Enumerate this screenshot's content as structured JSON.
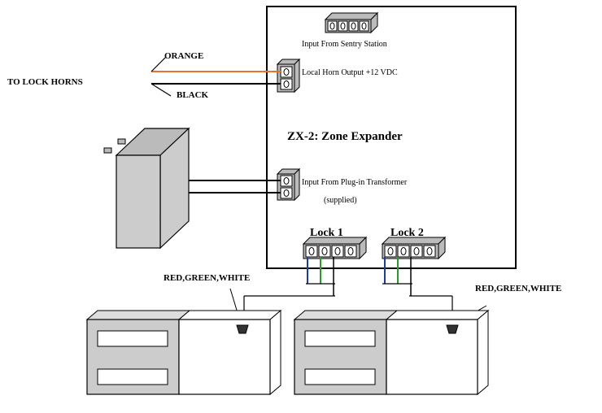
{
  "diagram": {
    "title": "ZX-2: Zone Expander",
    "labels": {
      "input_sentry": "Input From Sentry Station",
      "local_horn": "Local Horn Output  +12 VDC",
      "input_transformer": "Input From Plug-in Transformer",
      "supplied": "(supplied)",
      "lock1": "Lock 1",
      "lock2": "Lock 2",
      "to_lock_horns": "TO LOCK HORNS",
      "orange": "ORANGE",
      "black": "BLACK",
      "rgw_left": "RED,GREEN,WHITE",
      "rgw_right": "RED,GREEN,WHITE"
    },
    "colors": {
      "orange_wire": "#e8742c",
      "blue_wire": "#1f3aa6",
      "green_wire": "#2a9a2a",
      "device_fill": "#cccccc"
    }
  }
}
